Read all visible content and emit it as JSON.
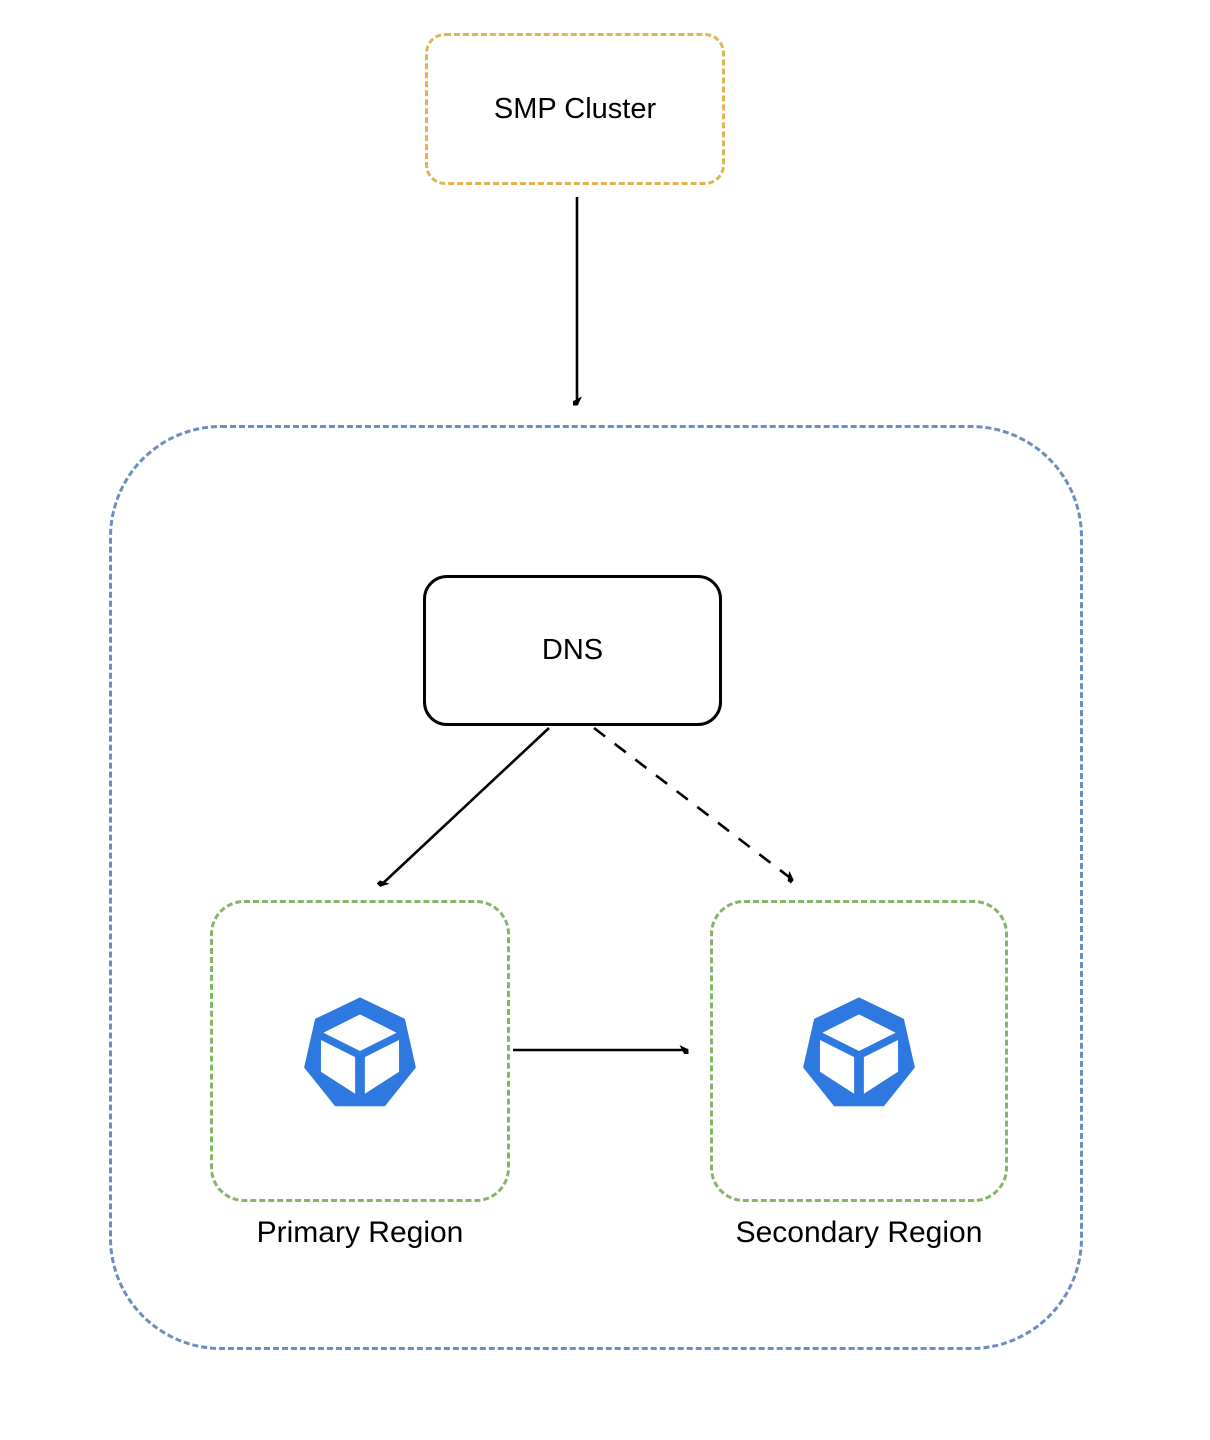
{
  "diagram": {
    "nodes": {
      "smp_cluster": {
        "label": "SMP Cluster",
        "border_style": "dashed"
      },
      "dns": {
        "label": "DNS",
        "border_style": "solid"
      },
      "primary_region": {
        "label": "Primary Region",
        "border_style": "dashed",
        "icon": "cube-heptagon-icon"
      },
      "secondary_region": {
        "label": "Secondary Region",
        "border_style": "dashed",
        "icon": "cube-heptagon-icon"
      }
    },
    "groups": {
      "region_group": {
        "label": "",
        "border_style": "dashed"
      }
    },
    "edges": [
      {
        "from": "SMP Cluster",
        "to": "region group",
        "style": "solid-arrow"
      },
      {
        "from": "DNS",
        "to": "Primary Region",
        "style": "solid-arrow"
      },
      {
        "from": "DNS",
        "to": "Secondary Region",
        "style": "dashed-arrow"
      },
      {
        "from": "Primary Region",
        "to": "Secondary Region",
        "style": "solid-arrow"
      }
    ],
    "colors": {
      "smp_cluster_border": "#E0B551",
      "outer_group_border": "#6B8EBF",
      "region_border": "#85B569",
      "dns_border": "#000000",
      "edge_color": "#000000",
      "icon_color": "#2E79E0",
      "background": "#FFFFFF",
      "text": "#000000"
    }
  }
}
